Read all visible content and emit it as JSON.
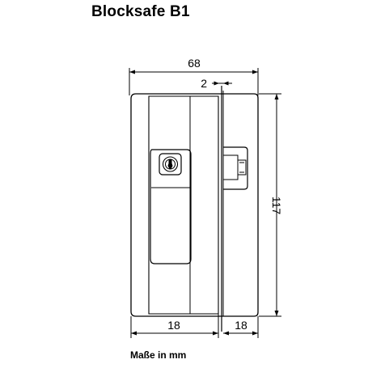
{
  "title": "Blocksafe B1",
  "units_note": "Maße in mm",
  "dimensions": {
    "total_width": "68",
    "offset": "2",
    "height": "117",
    "bottom_left": "18",
    "bottom_right": "18"
  },
  "icons": {
    "lock": "lock-cylinder-icon"
  }
}
